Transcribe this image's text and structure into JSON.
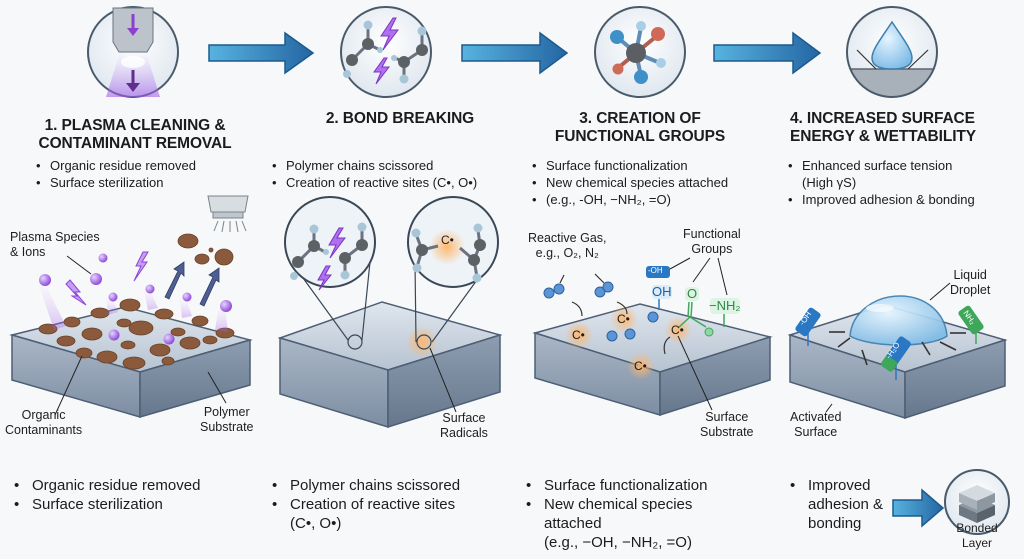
{
  "steps": [
    {
      "icon": "plasma-nozzle-icon",
      "title_line1": "1. PLASMA CLEANING &",
      "title_line2": "CONTAMINANT REMOVAL",
      "bullets": [
        "Organic residue removed",
        "Surface sterilization"
      ],
      "labels": {
        "species": [
          "Plasma Species",
          "& Ions"
        ],
        "contaminants": [
          "Organic",
          "Contaminants"
        ],
        "substrate": [
          "Polymer",
          "Substrate"
        ]
      },
      "bottom_bullets": [
        "Organic residue removed",
        "Surface sterilization"
      ]
    },
    {
      "icon": "bond-breaking-molecule-icon",
      "title_line1": "2. BOND BREAKING",
      "title_line2": "",
      "bullets": [
        "Polymer chains scissored",
        "Creation of reactive sites (C•, O•)"
      ],
      "labels": {
        "radical": "C•",
        "radicals": [
          "Surface",
          "Radicals"
        ]
      },
      "bottom_bullets": [
        "Polymer chains scissored",
        "Creation of reactive sites",
        "(C•, O•)"
      ]
    },
    {
      "icon": "functional-group-molecule-icon",
      "title_line1": "3. CREATION OF",
      "title_line2": "FUNCTIONAL GROUPS",
      "bullets": [
        "Surface functionalization",
        "New chemical species attached",
        "(e.g., -OH, −NH₂, =O)"
      ],
      "labels": {
        "gas": [
          "Reactive Gas,",
          "e.g., O₂, N₂"
        ],
        "groups": [
          "Functional",
          "Groups"
        ],
        "oh_tag": "-OH",
        "oh": "OH",
        "o": "O",
        "nh2": "−NH₂",
        "radical": "C•",
        "substrate": [
          "Surface",
          "Substrate"
        ]
      },
      "bottom_bullets": [
        "Surface functionalization",
        "New chemical species",
        "attached",
        "(e.g., −OH, −NH₂, =O)"
      ]
    },
    {
      "icon": "water-droplet-contact-angle-icon",
      "title_line1": "4. INCREASED SURFACE",
      "title_line2": "ENERGY & WETTABILITY",
      "bullets": [
        "Enhanced surface tension",
        "(High γS)",
        "Improved adhesion & bonding"
      ],
      "labels": {
        "droplet": [
          "Liquid",
          "Droplet"
        ],
        "surface": [
          "Activated",
          "Surface"
        ],
        "tag_oh": "-OH",
        "tag_h2o": "-H₂O",
        "tag_nh2": "NH₂"
      },
      "bottom_bullets": [
        "Improved",
        "adhesion &",
        "bonding"
      ],
      "bonded_label": [
        "Bonded",
        "Layer"
      ]
    }
  ],
  "colors": {
    "arrow": "#2f7fb5",
    "plasma": "#9b4ee0",
    "contaminant": "#8b5a3c",
    "radical_glow": "#f5a04a",
    "oh": "#2a78c4",
    "nh2": "#3fa75a",
    "substrate": "#a9b6c6"
  }
}
